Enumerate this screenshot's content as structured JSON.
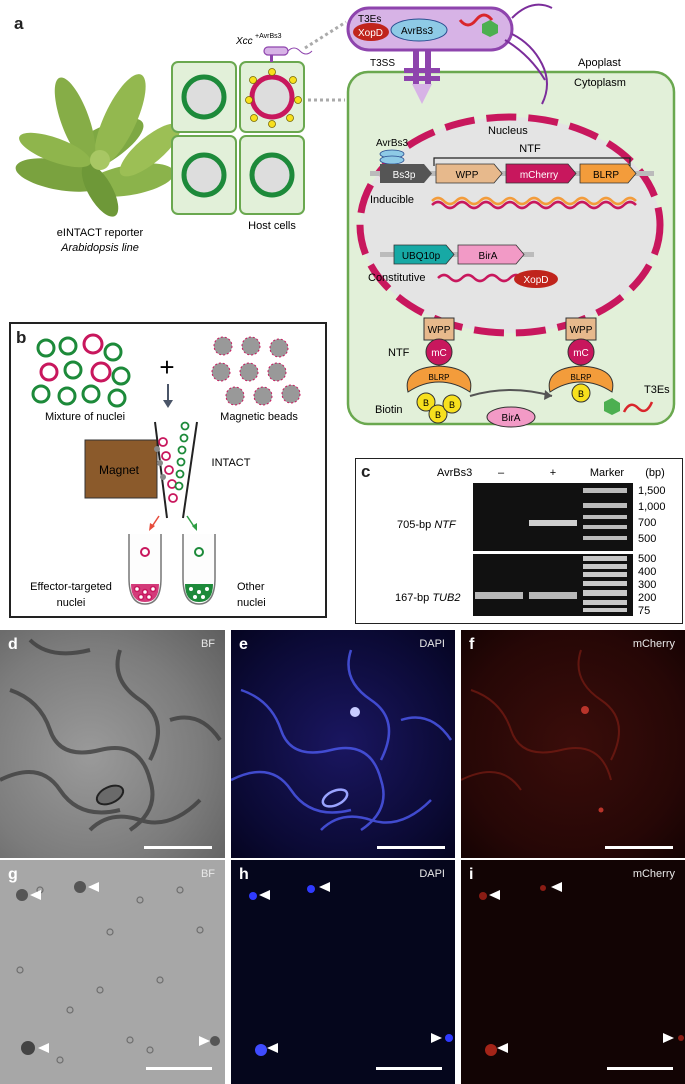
{
  "panels": {
    "a": "a",
    "b": "b",
    "c": "c",
    "d": "d",
    "e": "e",
    "f": "f",
    "g": "g",
    "h": "h",
    "i": "i"
  },
  "panel_a": {
    "xcc_label": "Xcc",
    "xcc_sup": "+AvrBs3",
    "reporter_line1": "eINTACT reporter",
    "reporter_line2": "Arabidopsis line",
    "host_cells": "Host cells",
    "t3es": "T3Es",
    "xopd": "XopD",
    "avrbs3": "AvrBs3",
    "t3ss": "T3SS",
    "apoplast": "Apoplast",
    "cytoplasm": "Cytoplasm",
    "nucleus": "Nucleus",
    "avrbs3_nucleus": "AvrBs3",
    "ntf": "NTF",
    "bs3p": "Bs3p",
    "wpp": "WPP",
    "mcherry": "mCherry",
    "blrp": "BLRP",
    "inducible": "Inducible",
    "ubq10p": "UBQ10p",
    "bira": "BirA",
    "constitutive": "Constitutive",
    "xopd_nucleus": "XopD",
    "ntf_label": "NTF",
    "mc": "mC",
    "biotin": "Biotin",
    "b": "B",
    "bira_enzyme": "BirA",
    "t3es_bottom": "T3Es"
  },
  "panel_b": {
    "plus": "+",
    "mixture": "Mixture of nuclei",
    "beads": "Magnetic beads",
    "magnet": "Magnet",
    "intact": "INTACT",
    "effector_line1": "Effector-targeted",
    "effector_line2": "nuclei",
    "other_line1": "Other",
    "other_line2": "nuclei"
  },
  "panel_c": {
    "avrbs3": "AvrBs3",
    "minus": "–",
    "plus": "+",
    "marker": "Marker",
    "bp": "(bp)",
    "ntf_band": "705-bp",
    "ntf_gene": "NTF",
    "tub_band": "167-bp",
    "tub_gene": "TUB2",
    "ladder_top": [
      "1,500",
      "1,000",
      "700",
      "500"
    ],
    "ladder_bottom": [
      "500",
      "400",
      "300",
      "200",
      "75"
    ]
  },
  "micrographs": {
    "d": "BF",
    "e": "DAPI",
    "f": "mCherry",
    "g": "BF",
    "h": "DAPI",
    "i": "mCherry"
  },
  "colors": {
    "cell_green": "#6aa84f",
    "crimson": "#c8175d",
    "purple": "#8e44ad",
    "magnet": "#8b5a2b",
    "wpp": "#e7b98c",
    "blrp": "#f39c3b",
    "ubq10p": "#17a9a5",
    "bira": "#f29ac6",
    "biotin": "#f7e01d"
  }
}
